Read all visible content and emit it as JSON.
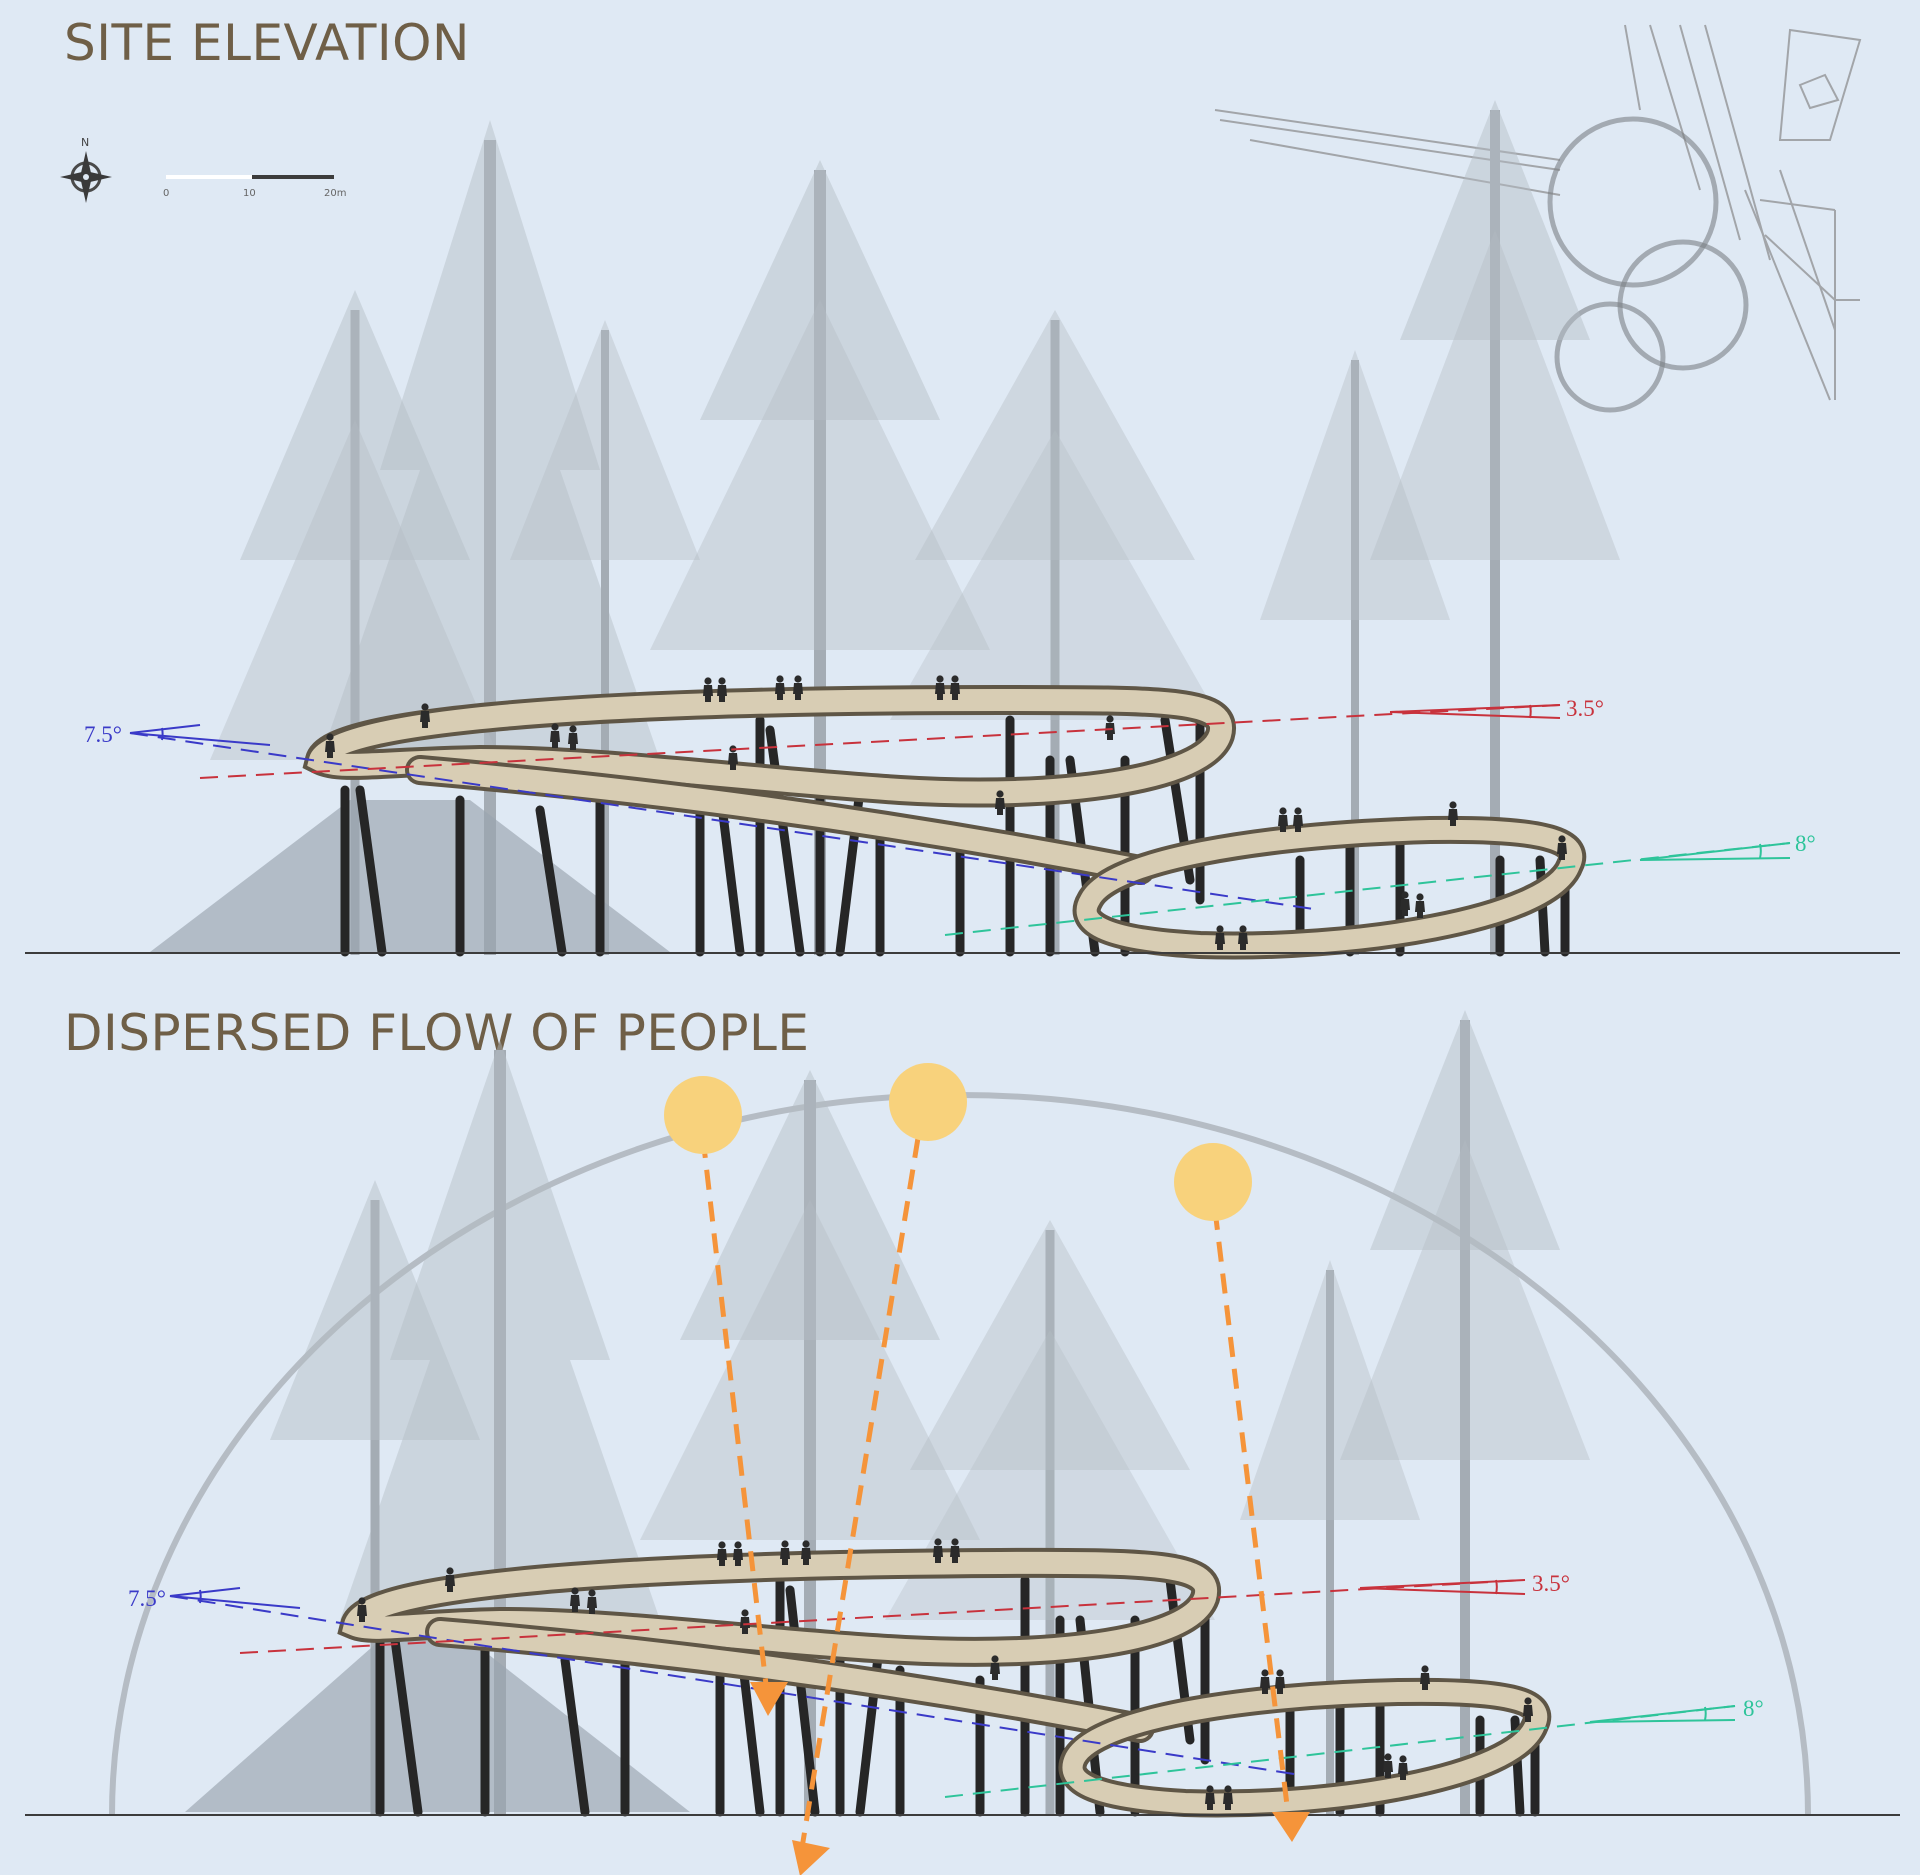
{
  "titles": {
    "elevation": "SITE ELEVATION",
    "flow": "DISPERSED FLOW OF PEOPLE"
  },
  "compass": {
    "north_label": "N"
  },
  "scale_bar": {
    "labels": [
      "0",
      "10",
      "20m"
    ]
  },
  "slopes": {
    "left": "7.5°",
    "upper_right": "3.5°",
    "lower_right": "8°"
  },
  "colors": {
    "background": "#dfe9f4",
    "title": "#6f5f47",
    "slope_left": "#3a3ac8",
    "slope_upper": "#c8323c",
    "slope_lower": "#2ec49a",
    "sun": "#f8d27c",
    "sun_path": "#f5943a",
    "walkway": "#d8cdb4",
    "column": "#262626",
    "tree": "#a9b1b9"
  },
  "icons": [
    "compass-icon",
    "sun-icon",
    "arrow-down-icon",
    "person-icon",
    "tree-icon"
  ]
}
